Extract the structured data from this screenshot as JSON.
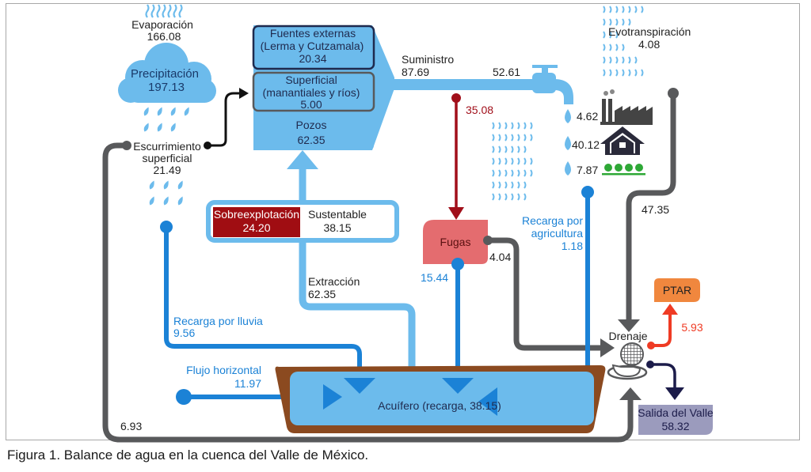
{
  "figure": {
    "caption": "Figura 1. Balance de agua en la cuenca del Valle de México."
  },
  "colors": {
    "water_light": "#6cbbec",
    "water_mid": "#1b82d6",
    "pipe_gray": "#58595b",
    "leak_red": "#a10f1a",
    "fugas_fill": "#e46c6f",
    "sobreexp_fill": "#a00d12",
    "aquifer_soil": "#8b4a20",
    "ptar_fill": "#f0873e",
    "ptar_line": "#ef3b24",
    "salida_fill": "#9b9bbd",
    "salida_line": "#1c1c4a",
    "green": "#2ea836"
  },
  "nodes": {
    "evaporacion": {
      "label": "Evaporación",
      "value": "166.08"
    },
    "precipitacion": {
      "label": "Precipitación",
      "value": "197.13"
    },
    "escurrimiento": {
      "label1": "Escurrimiento",
      "label2": "superficial",
      "value": "21.49"
    },
    "fuentes_externas": {
      "label1": "Fuentes externas",
      "label2": "(Lerma y Cutzamala)",
      "value": "20.34"
    },
    "superficial": {
      "label1": "Superficial",
      "label2": "(manantiales y ríos)",
      "value": "5.00"
    },
    "pozos": {
      "label": "Pozos",
      "value": "62.35"
    },
    "suministro": {
      "label": "Suministro",
      "value": "87.69"
    },
    "tap_value": "52.61",
    "leak_value": "35.08",
    "evotranspiracion": {
      "label": "Evotranspiración",
      "value": "4.08"
    },
    "industria_value": "4.62",
    "domestico_value": "40.12",
    "agricola_value": "7.87",
    "sobreexplotacion": {
      "label": "Sobreexplotación",
      "value": "24.20"
    },
    "sustentable": {
      "label": "Sustentable",
      "value": "38.15"
    },
    "extraccion": {
      "label": "Extracción",
      "value": "62.35"
    },
    "fugas": {
      "label": "Fugas",
      "drain_value": "4.04",
      "recharge_value": "15.44"
    },
    "recarga_agricultura": {
      "label1": "Recarga por",
      "label2": "agricultura",
      "value": "1.18"
    },
    "to_drenaje_value": "47.35",
    "ptar": {
      "label": "PTAR",
      "value": "5.93"
    },
    "drenaje": {
      "label": "Drenaje"
    },
    "salida": {
      "label": "Salida del Valle",
      "value": "58.32"
    },
    "recarga_lluvia": {
      "label": "Recarga por lluvia",
      "value": "9.56"
    },
    "flujo_horizontal": {
      "label": "Flujo horizontal",
      "value": "11.97"
    },
    "acuifero": {
      "label": "Acuífero (recarga, 38.15)"
    },
    "runoff_to_drain_value": "6.93"
  }
}
